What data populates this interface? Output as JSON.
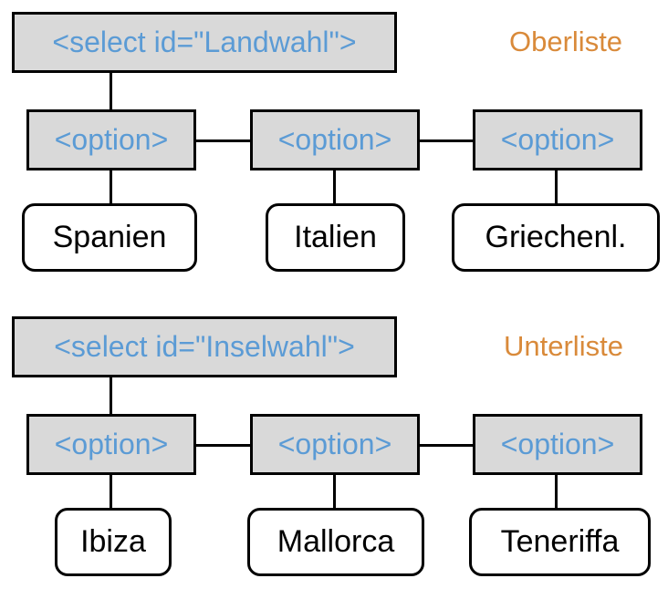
{
  "lists": [
    {
      "select_label": "<select id=\"Landwahl\">",
      "caption": "Oberliste",
      "options": [
        {
          "tag": "<option>",
          "value": "Spanien"
        },
        {
          "tag": "<option>",
          "value": "Italien"
        },
        {
          "tag": "<option>",
          "value": "Griechenl."
        }
      ]
    },
    {
      "select_label": "<select id=\"Inselwahl\">",
      "caption": "Unterliste",
      "options": [
        {
          "tag": "<option>",
          "value": "Ibiza"
        },
        {
          "tag": "<option>",
          "value": "Mallorca"
        },
        {
          "tag": "<option>",
          "value": "Teneriffa"
        }
      ]
    }
  ],
  "colors": {
    "tag_text": "#5b9bd5",
    "tag_fill": "#d9d9d9",
    "caption": "#d98a3a",
    "line": "#000000"
  }
}
